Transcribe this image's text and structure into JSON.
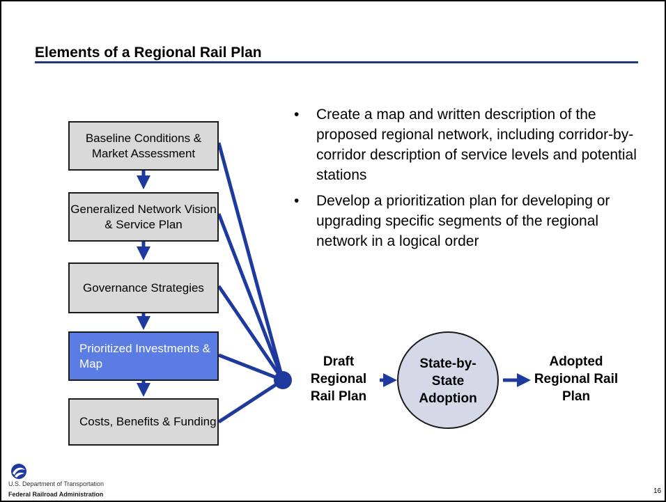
{
  "title": "Elements of a Regional Rail Plan",
  "steps": [
    {
      "label": "Baseline Conditions & Market Assessment",
      "highlight": false
    },
    {
      "label": "Generalized Network Vision & Service Plan",
      "highlight": false
    },
    {
      "label": "Governance Strategies",
      "highlight": false
    },
    {
      "label": "Prioritized Investments & Map",
      "highlight": true
    },
    {
      "label": "Costs, Benefits & Funding",
      "highlight": false
    }
  ],
  "bullets": [
    "Create a map and written description of the proposed regional network, including corridor-by-corridor description of service levels and potential stations",
    "Develop a prioritization plan for developing or upgrading specific segments of the regional network in a logical order"
  ],
  "flow": {
    "draft": "Draft Regional Rail Plan",
    "adoption": "State-by-State Adoption",
    "adopted": "Adopted Regional Rail Plan"
  },
  "footer": {
    "department": "U.S. Department of Transportation",
    "agency": "Federal Railroad Administration",
    "page_number": "16"
  },
  "colors": {
    "arrow_blue": "#1f3a9e",
    "box_gray": "#d9d9d9",
    "box_highlight": "#5b7de3",
    "circle_fill": "#d5d8e6",
    "title_rule": "#1f3a7a"
  }
}
